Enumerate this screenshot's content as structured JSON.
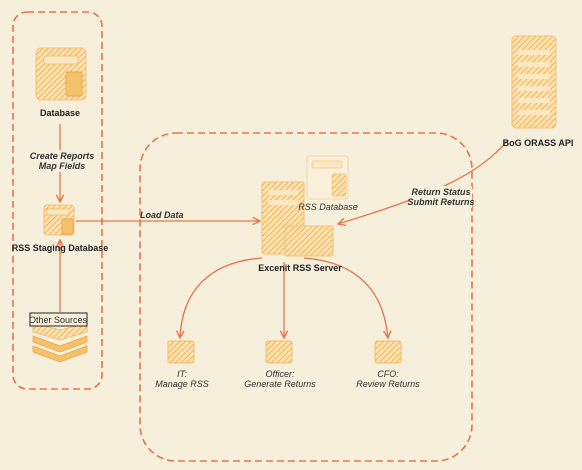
{
  "colors": {
    "background": "#f6efdc",
    "accent": "#e8734a",
    "icon_fill": "#f5c26b",
    "icon_stroke": "#e9a545",
    "text": "#333333"
  },
  "nodes": {
    "database": "Database",
    "staging_db": "RSS Staging Database",
    "other_sources": "Other Sources",
    "rss_database": "RSS Database",
    "excenit_server": "Excenit RSS Server",
    "bog_api": "BoG ORASS API",
    "it_role": [
      "IT:",
      "Manage RSS"
    ],
    "officer_role": [
      "Officer:",
      "Generate Returns"
    ],
    "cfo_role": [
      "CFO:",
      "Review Returns"
    ]
  },
  "edges": {
    "create_reports": [
      "Create Reports",
      "Map Fields"
    ],
    "load_data": "Load Data",
    "return_status": [
      "Return Status",
      "Submit Returns"
    ]
  }
}
